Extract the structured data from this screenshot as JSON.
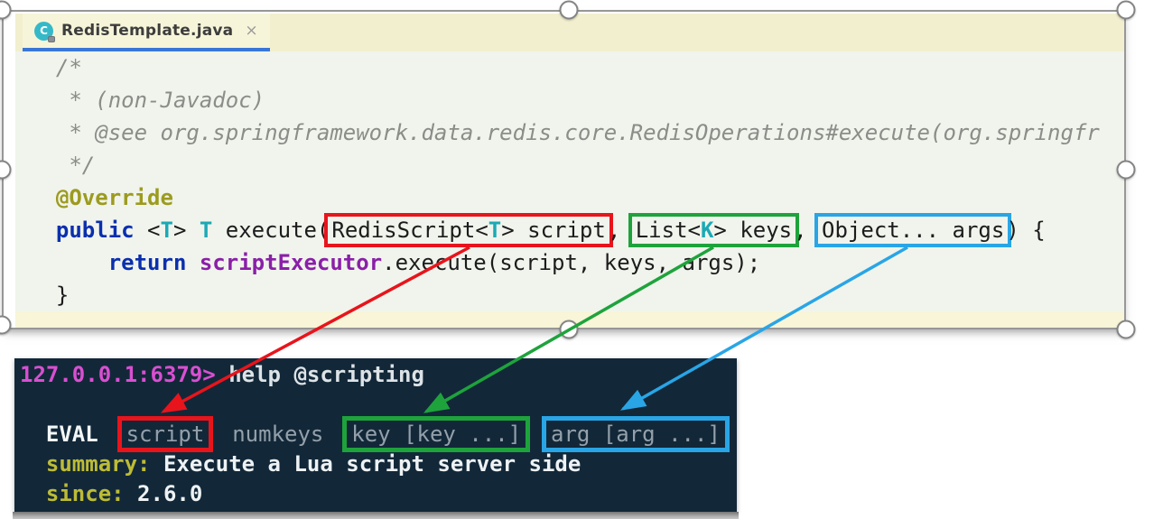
{
  "editor": {
    "tab": {
      "icon_letter": "C",
      "label": "RedisTemplate.java",
      "close_label": "×"
    },
    "code_lines": [
      [
        {
          "t": "  /*",
          "c": "comment"
        }
      ],
      [
        {
          "t": "   * (non-Javadoc)",
          "c": "comment"
        }
      ],
      [
        {
          "t": "   * @see org.springframework.data.redis.core.RedisOperations#execute(org.springfr",
          "c": "comment"
        }
      ],
      [
        {
          "t": "   */",
          "c": "comment"
        }
      ],
      [
        {
          "t": "  ",
          "c": "plain"
        },
        {
          "t": "@Override",
          "c": "annotation"
        }
      ],
      [
        {
          "t": "  ",
          "c": "plain"
        },
        {
          "t": "public",
          "c": "keyword"
        },
        {
          "t": " <",
          "c": "plain"
        },
        {
          "t": "T",
          "c": "typeparam"
        },
        {
          "t": "> ",
          "c": "plain"
        },
        {
          "t": "T",
          "c": "typeparam"
        },
        {
          "t": " execute(",
          "c": "plain"
        },
        {
          "box": "red",
          "name": "param-script-highlight-box",
          "tokens": [
            {
              "t": "RedisScript<",
              "c": "plain"
            },
            {
              "t": "T",
              "c": "typeparam"
            },
            {
              "t": "> script",
              "c": "plain"
            }
          ]
        },
        {
          "t": ", ",
          "c": "plain"
        },
        {
          "box": "green",
          "name": "param-keys-highlight-box",
          "tokens": [
            {
              "t": "List<",
              "c": "plain"
            },
            {
              "t": "K",
              "c": "typeparam"
            },
            {
              "t": "> keys",
              "c": "plain"
            }
          ]
        },
        {
          "t": ", ",
          "c": "plain"
        },
        {
          "box": "blue",
          "name": "param-args-highlight-box",
          "tokens": [
            {
              "t": "Object... args",
              "c": "plain"
            }
          ]
        },
        {
          "t": ") {",
          "c": "plain"
        }
      ],
      [
        {
          "t": "      ",
          "c": "plain"
        },
        {
          "t": "return",
          "c": "keyword"
        },
        {
          "t": " ",
          "c": "plain"
        },
        {
          "t": "scriptExecutor",
          "c": "field"
        },
        {
          "t": ".execute(script, keys, args);",
          "c": "plain"
        }
      ],
      [
        {
          "t": "  }",
          "c": "plain"
        }
      ]
    ]
  },
  "terminal": {
    "lines": [
      [
        {
          "t": "127.0.0.1:6379>",
          "c": "prompt"
        },
        {
          "t": " help @scripting",
          "c": "cmdtext"
        }
      ],
      [
        {
          "t": " ",
          "c": "plain"
        }
      ],
      [
        {
          "t": "  ",
          "c": "cmdtext"
        },
        {
          "t": "EVAL",
          "c": "cmdname"
        },
        {
          "t": "  ",
          "c": "cmdtext"
        },
        {
          "box": "red",
          "name": "eval-script-highlight-box",
          "tokens": [
            {
              "t": "script",
              "c": "arg"
            }
          ]
        },
        {
          "t": "  ",
          "c": "cmdtext"
        },
        {
          "t": "numkeys",
          "c": "arg"
        },
        {
          "t": "  ",
          "c": "cmdtext"
        },
        {
          "box": "green",
          "name": "eval-key-highlight-box",
          "tokens": [
            {
              "t": "key [key ...]",
              "c": "arg"
            }
          ]
        },
        {
          "t": "  ",
          "c": "cmdtext"
        },
        {
          "box": "blue",
          "name": "eval-arg-highlight-box",
          "tokens": [
            {
              "t": "arg [arg ...]",
              "c": "arg"
            }
          ]
        }
      ],
      [
        {
          "t": "  ",
          "c": "plain"
        },
        {
          "t": "summary:",
          "c": "label"
        },
        {
          "t": " Execute a Lua script server side",
          "c": "value"
        }
      ],
      [
        {
          "t": "  ",
          "c": "plain"
        },
        {
          "t": "since:",
          "c": "label"
        },
        {
          "t": " 2.6.0",
          "c": "value"
        }
      ]
    ]
  },
  "annotations": {
    "colors": {
      "red": "#e8141c",
      "green": "#1ea33c",
      "blue": "#29a5e6"
    },
    "arrows": [
      {
        "from": "param-script-highlight-box",
        "to": "eval-script-highlight-box",
        "color": "red"
      },
      {
        "from": "param-keys-highlight-box",
        "to": "eval-key-highlight-box",
        "color": "green"
      },
      {
        "from": "param-args-highlight-box",
        "to": "eval-arg-highlight-box",
        "color": "blue"
      }
    ]
  },
  "theme": {
    "tab_underline": "#3a76d8",
    "tabbar_bg": "#f2efcf",
    "editor_bg": "#f0f4ec",
    "terminal_bg": "#122839",
    "prompt_magenta": "#d94fd1",
    "label_yellow": "#bdbc35"
  }
}
